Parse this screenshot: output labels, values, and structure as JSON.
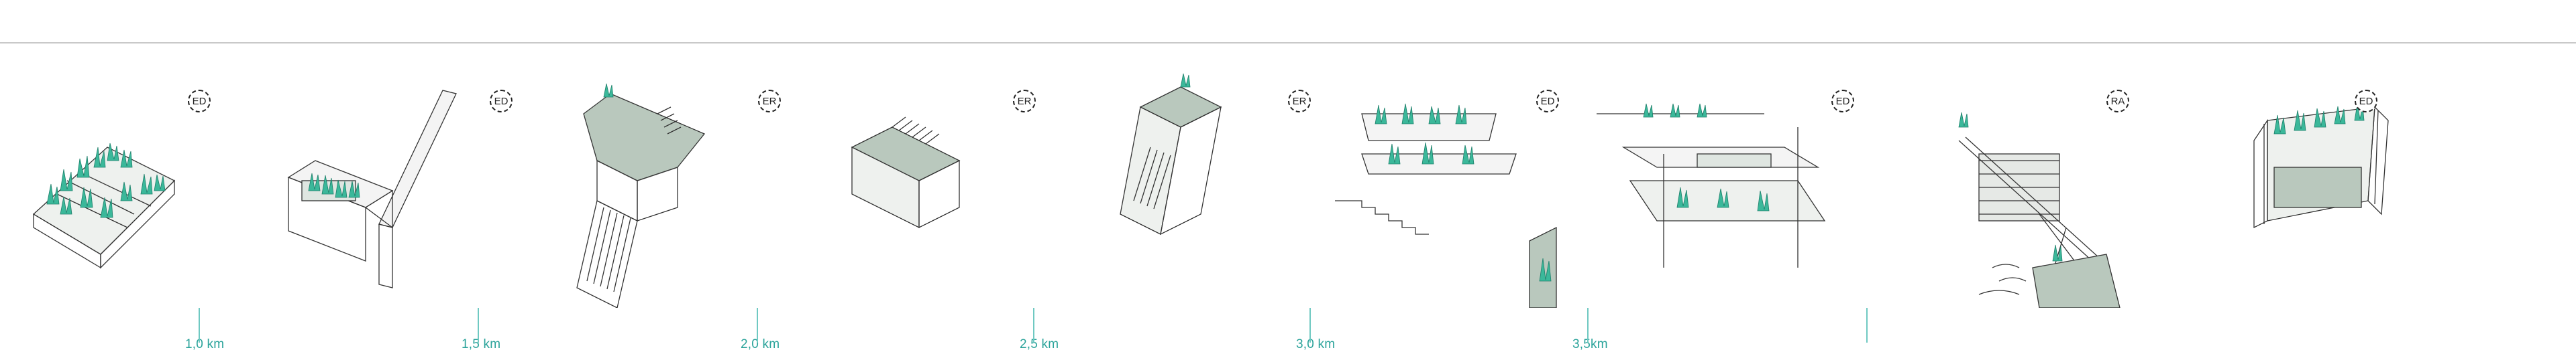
{
  "colors": {
    "accent": "#2aa39a",
    "plant": "#3bb89a",
    "plant_dark": "#1d7f6a",
    "fill": "#b9c8bd",
    "line": "#333333"
  },
  "panels": [
    {
      "badge": "ED",
      "distance": "1,0 km"
    },
    {
      "badge": "ED",
      "distance": "1,5 km"
    },
    {
      "badge": "ER",
      "distance": "2,0 km"
    },
    {
      "badge": "ER",
      "distance": "2,5 km"
    },
    {
      "badge": "ER",
      "distance": "3,0 km"
    },
    {
      "badge": "ED",
      "distance": "3,5km"
    },
    {
      "badge": "ED",
      "distance": ""
    },
    {
      "badge": "RA",
      "distance": ""
    },
    {
      "badge": "ED",
      "distance": ""
    }
  ]
}
